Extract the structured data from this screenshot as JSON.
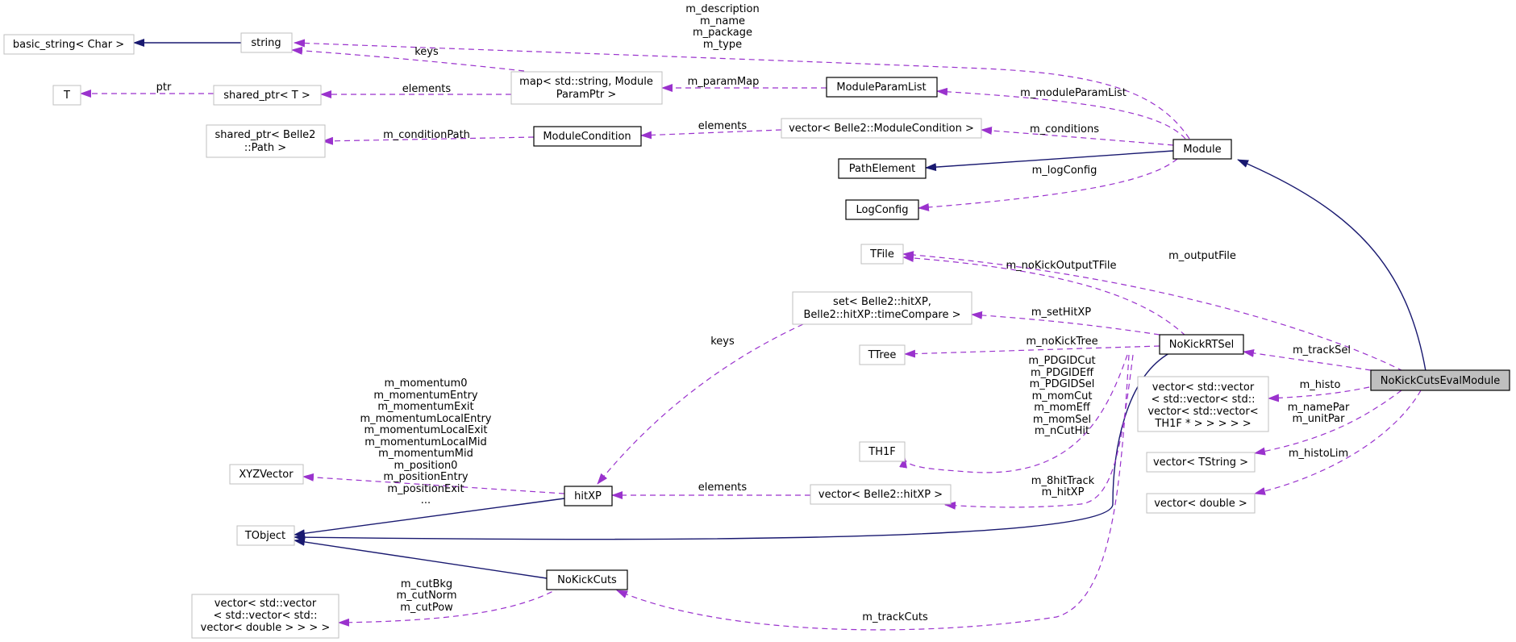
{
  "colors": {
    "inheritance_edge": "#191970",
    "usage_edge": "#9a32cd",
    "focus_fill": "#bfbfbf",
    "undocumented_border": "#bfbfbf",
    "documented_border": "#000000"
  },
  "nodes": {
    "basic_string": "basic_string< Char >",
    "string": "string",
    "T": "T",
    "shared_ptr_t": "shared_ptr< T >",
    "shared_ptr_path_1": "shared_ptr< Belle2",
    "shared_ptr_path_2": "::Path >",
    "map_1": "map< std::string, Module",
    "map_2": "ParamPtr >",
    "module_param_list": "ModuleParamList",
    "module_condition": "ModuleCondition",
    "vector_module_condition": "vector< Belle2::ModuleCondition >",
    "module": "Module",
    "path_element": "PathElement",
    "log_config": "LogConfig",
    "tfile": "TFile",
    "set_hitxp_1": "set< Belle2::hitXP,",
    "set_hitxp_2": "Belle2::hitXP::timeCompare >",
    "ttree": "TTree",
    "nokick_rtsel": "NoKickRTSel",
    "th1f": "TH1F",
    "vector_th1f_1": "vector< std::vector",
    "vector_th1f_2": "< std::vector< std::",
    "vector_th1f_3": "vector< std::vector<",
    "vector_th1f_4": "TH1F * > > > > >",
    "vector_tstring": "vector< TString >",
    "vector_double": "vector< double >",
    "focus": "NoKickCutsEvalModule",
    "xyzvector": "XYZVector",
    "hitxp": "hitXP",
    "vector_hitxp": "vector< Belle2::hitXP >",
    "tobject": "TObject",
    "nokick_cuts": "NoKickCuts",
    "vector_double_nested_1": "vector< std::vector",
    "vector_double_nested_2": "< std::vector< std::",
    "vector_double_nested_3": "vector< double > > > >"
  },
  "edge_labels": {
    "module_strings": [
      "m_description",
      "m_name",
      "m_package",
      "m_type"
    ],
    "keys_string": "keys",
    "ptr": "ptr",
    "elements_map": "elements",
    "m_param_map": "m_paramMap",
    "m_module_param_list": "m_moduleParamList",
    "m_condition_path": "m_conditionPath",
    "elements_condition": "elements",
    "m_conditions": "m_conditions",
    "m_log_config": "m_logConfig",
    "m_output_file": "m_outputFile",
    "m_nokick_output_tfile": "m_noKickOutputTFile",
    "m_set_hitxp": "m_setHitXP",
    "keys_set": "keys",
    "m_nokick_tree": "m_noKickTree",
    "m_track_sel": "m_trackSel",
    "th1f_members": [
      "m_PDGIDCut",
      "m_PDGIDEff",
      "m_PDGIDSel",
      "m_momCut",
      "m_momEff",
      "m_momSel",
      "m_nCutHit"
    ],
    "m_histo": "m_histo",
    "name_par": [
      "m_namePar",
      "m_unitPar"
    ],
    "m_histo_lim": "m_histoLim",
    "hitxp_members": [
      "m_momentum0",
      "m_momentumEntry",
      "m_momentumExit",
      "m_momentumLocalEntry",
      "m_momentumLocalExit",
      "m_momentumLocalMid",
      "m_momentumMid",
      "m_position0",
      "m_positionEntry",
      "m_positionExit",
      "..."
    ],
    "elements_hitxp": "elements",
    "hit_track": [
      "m_8hitTrack",
      "m_hitXP"
    ],
    "cut_members": [
      "m_cutBkg",
      "m_cutNorm",
      "m_cutPow"
    ],
    "m_track_cuts": "m_trackCuts"
  }
}
